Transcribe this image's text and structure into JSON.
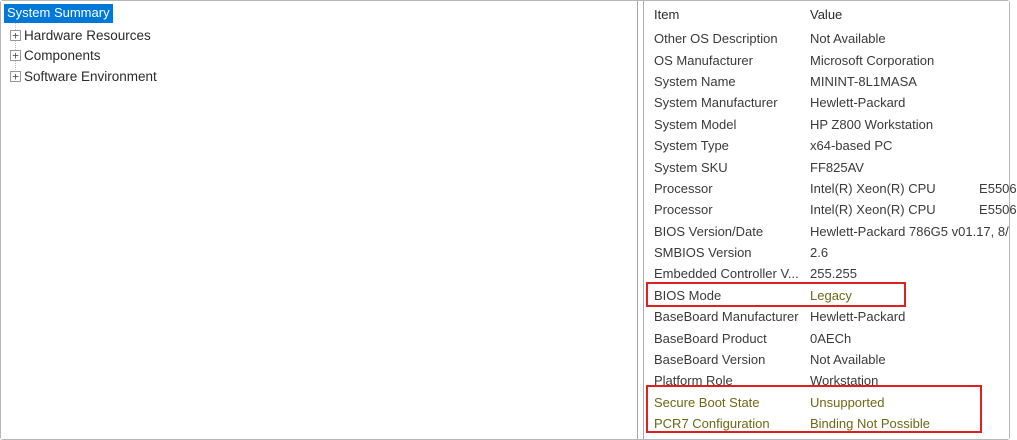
{
  "colors": {
    "selection_blue": "#0078d7",
    "annotation_red": "#e02020",
    "highlight_olive": "#6d6716"
  },
  "tree": {
    "selected_item": {
      "label": "System Summary"
    },
    "items": [
      {
        "label": "Hardware Resources",
        "expand_glyph": "+"
      },
      {
        "label": "Components",
        "expand_glyph": "+"
      },
      {
        "label": "Software Environment",
        "expand_glyph": "+"
      }
    ]
  },
  "details": {
    "headers": {
      "item": "Item",
      "value": "Value"
    },
    "rows": [
      {
        "item": "Other OS Description",
        "value": "Not Available"
      },
      {
        "item": "OS Manufacturer",
        "value": "Microsoft Corporation"
      },
      {
        "item": "System Name",
        "value": "MININT-8L1MASA"
      },
      {
        "item": "System Manufacturer",
        "value": "Hewlett-Packard"
      },
      {
        "item": "System Model",
        "value": "HP Z800 Workstation"
      },
      {
        "item": "System Type",
        "value": "x64-based PC"
      },
      {
        "item": "System SKU",
        "value": "FF825AV"
      },
      {
        "item": "Processor",
        "value": "Intel(R) Xeon(R) CPU            E5506"
      },
      {
        "item": "Processor",
        "value": "Intel(R) Xeon(R) CPU            E5506"
      },
      {
        "item": "BIOS Version/Date",
        "value": "Hewlett-Packard 786G5 v01.17, 8/"
      },
      {
        "item": "SMBIOS Version",
        "value": "2.6"
      },
      {
        "item": "Embedded Controller V...",
        "value": "255.255"
      },
      {
        "item": "BIOS Mode",
        "value": "Legacy",
        "highlight": "value"
      },
      {
        "item": "BaseBoard Manufacturer",
        "value": "Hewlett-Packard"
      },
      {
        "item": "BaseBoard Product",
        "value": "0AECh"
      },
      {
        "item": "BaseBoard Version",
        "value": "Not Available"
      },
      {
        "item": "Platform Role",
        "value": "Workstation"
      },
      {
        "item": "Secure Boot State",
        "value": "Unsupported",
        "highlight": "row"
      },
      {
        "item": "PCR7 Configuration",
        "value": "Binding Not Possible",
        "highlight": "row"
      }
    ]
  }
}
